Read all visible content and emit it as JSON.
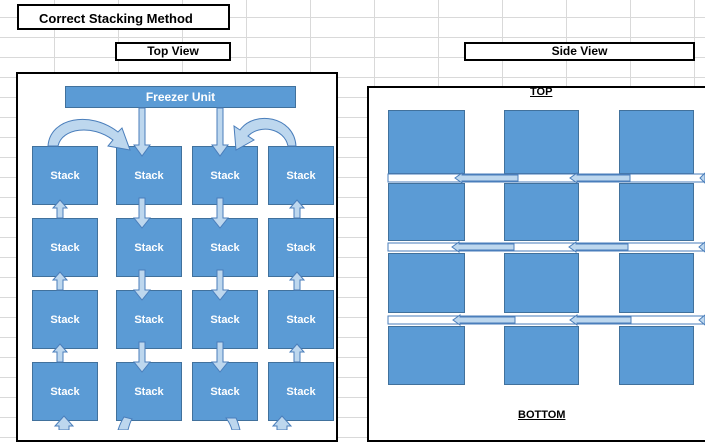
{
  "title": "Correct Stacking Method",
  "top_view": {
    "label": "Top View",
    "freezer_label": "Freezer Unit",
    "stacks": [
      "Stack",
      "Stack",
      "Stack",
      "Stack",
      "Stack",
      "Stack",
      "Stack",
      "Stack",
      "Stack",
      "Stack",
      "Stack",
      "Stack",
      "Stack",
      "Stack",
      "Stack",
      "Stack"
    ]
  },
  "side_view": {
    "label": "Side View",
    "top_label": "TOP",
    "bottom_label": "BOTTOM"
  },
  "colors": {
    "block_fill": "#5b9bd5",
    "block_border": "#41719c",
    "arrow_fill": "#bdd7ee",
    "arrow_stroke": "#4a7ebb"
  }
}
